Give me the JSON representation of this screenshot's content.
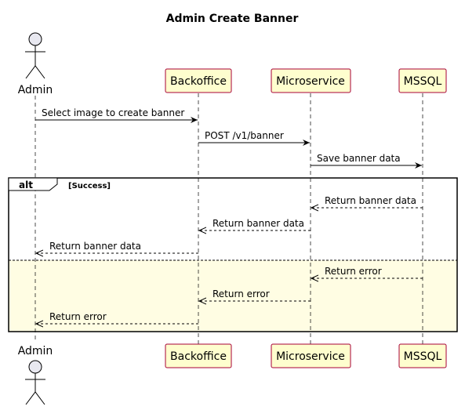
{
  "title": "Admin Create Banner",
  "colors": {
    "participant_fill": "#FEFECE",
    "participant_border": "#A80036",
    "alt_else_fill": "#FFFDE3",
    "line": "#000000",
    "actor_fill": "#E8E8F0"
  },
  "participants": [
    {
      "id": "admin",
      "label": "Admin",
      "kind": "actor"
    },
    {
      "id": "backoffice",
      "label": "Backoffice",
      "kind": "participant"
    },
    {
      "id": "microservice",
      "label": "Microservice",
      "kind": "participant"
    },
    {
      "id": "mssql",
      "label": "MSSQL",
      "kind": "participant"
    }
  ],
  "messages": [
    {
      "from": "admin",
      "to": "backoffice",
      "label": "Select image to create banner",
      "style": "solid"
    },
    {
      "from": "backoffice",
      "to": "microservice",
      "label": "POST /v1/banner",
      "style": "solid"
    },
    {
      "from": "microservice",
      "to": "mssql",
      "label": "Save banner data",
      "style": "solid"
    }
  ],
  "alt": {
    "keyword": "alt",
    "guard": "[Success]",
    "sections": [
      {
        "messages": [
          {
            "from": "mssql",
            "to": "microservice",
            "label": "Return banner data",
            "style": "dashed"
          },
          {
            "from": "microservice",
            "to": "backoffice",
            "label": "Return banner data",
            "style": "dashed"
          },
          {
            "from": "backoffice",
            "to": "admin",
            "label": "Return banner data",
            "style": "dashed"
          }
        ]
      },
      {
        "messages": [
          {
            "from": "mssql",
            "to": "microservice",
            "label": "Return error",
            "style": "dashed"
          },
          {
            "from": "microservice",
            "to": "backoffice",
            "label": "Return error",
            "style": "dashed"
          },
          {
            "from": "backoffice",
            "to": "admin",
            "label": "Return error",
            "style": "dashed"
          }
        ]
      }
    ]
  }
}
